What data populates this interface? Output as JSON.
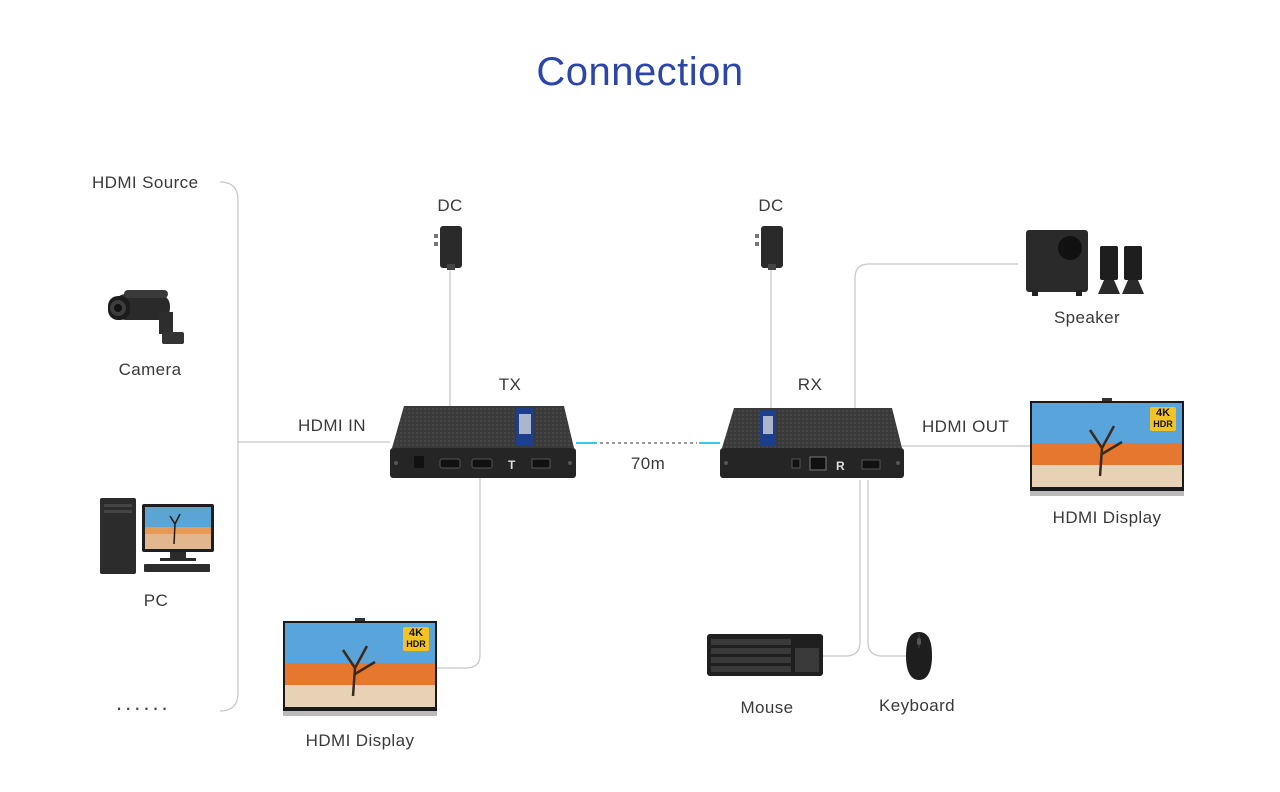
{
  "title": "Connection",
  "labels": {
    "hdmi_source": "HDMI Source",
    "camera": "Camera",
    "pc": "PC",
    "more": "......",
    "hdmi_in": "HDMI IN",
    "hdmi_out": "HDMI OUT",
    "tx": "TX",
    "rx": "RX",
    "dc_tx": "DC",
    "dc_rx": "DC",
    "distance": "70m",
    "tx_display": "HDMI Display",
    "rx_display": "HDMI Display",
    "speaker": "Speaker",
    "mouse": "Mouse",
    "keyboard": "Keyboard"
  },
  "badges": {
    "line1": "4K",
    "line2": "HDR"
  },
  "colors": {
    "title": "#2b45a8",
    "wire": "#c8c8c8",
    "device_body": "#2b2b2b",
    "cable_accent": "#39c7e3"
  }
}
